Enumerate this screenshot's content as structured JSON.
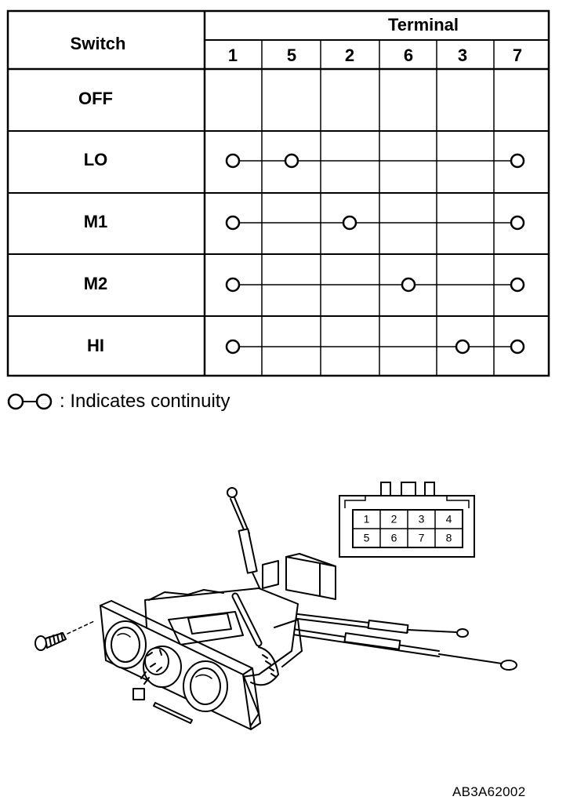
{
  "table": {
    "switch_header": "Switch",
    "terminal_header": "Terminal",
    "terminals": [
      "1",
      "5",
      "2",
      "6",
      "3",
      "7"
    ],
    "rows": [
      {
        "label": "OFF",
        "continuity": []
      },
      {
        "label": "LO",
        "continuity": [
          "1",
          "5",
          "7"
        ]
      },
      {
        "label": "M1",
        "continuity": [
          "1",
          "2",
          "7"
        ]
      },
      {
        "label": "M2",
        "continuity": [
          "1",
          "6",
          "7"
        ]
      },
      {
        "label": "HI",
        "continuity": [
          "1",
          "3",
          "7"
        ]
      }
    ]
  },
  "legend": {
    "text": ": Indicates continuity"
  },
  "connector": {
    "pins": [
      "1",
      "2",
      "3",
      "4",
      "5",
      "6",
      "7",
      "8"
    ]
  },
  "figure_code": "AB3A62002"
}
